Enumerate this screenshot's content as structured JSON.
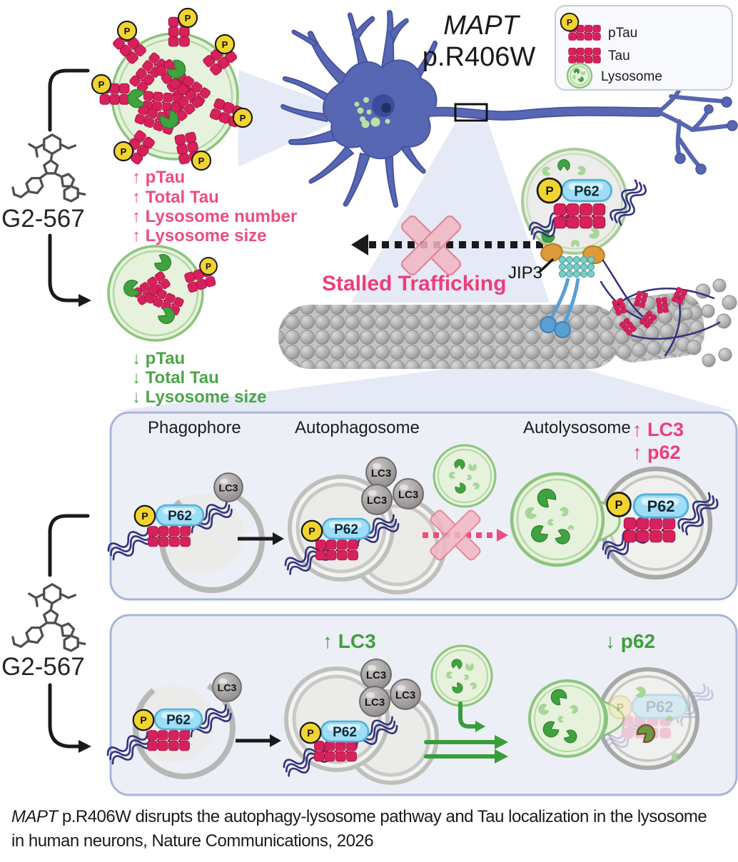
{
  "figure": {
    "title_gene": "MAPT",
    "title_mutation": "p.R406W"
  },
  "compound": {
    "label": "G2-567"
  },
  "legend": {
    "ptau": "pTau",
    "tau": "Tau",
    "lysosome": "Lysosome"
  },
  "mutant_effects": {
    "ptau": "↑ pTau",
    "total_tau": "↑ Total Tau",
    "lysosome_number": "↑ Lysosome number",
    "lysosome_size": "↑ Lysosome size"
  },
  "treated_effects": {
    "ptau": "↓ pTau",
    "total_tau": "↓ Total Tau",
    "lysosome_size": "↓ Lysosome size"
  },
  "trafficking": {
    "stalled": "Stalled Trafficking",
    "jip3": "JIP3"
  },
  "molecules": {
    "p": "P",
    "p62": "P62",
    "lc3": "LC3"
  },
  "pathway_panel": {
    "phagophore": "Phagophore",
    "autophagosome": "Autophagosome",
    "autolysosome": "Autolysosome",
    "lc3_up": "↑ LC3",
    "p62_up": "↑ p62"
  },
  "treated_panel": {
    "lc3_up": "↑ LC3",
    "p62_down": "↓ p62"
  },
  "caption": {
    "gene": "MAPT",
    "line1": " p.R406W disrupts the autophagy-lysosome pathway and Tau localization in the lysosome",
    "line2": "in human neurons, Nature Communications, 2026"
  },
  "colors": {
    "accent_pink": "#EE3D7A",
    "accent_green": "#4BA647",
    "tau_red": "#D7215C",
    "phospho_yellow": "#F2D430",
    "neuron_blue": "#5767B4",
    "lysosome_green": "#8CC47D"
  }
}
